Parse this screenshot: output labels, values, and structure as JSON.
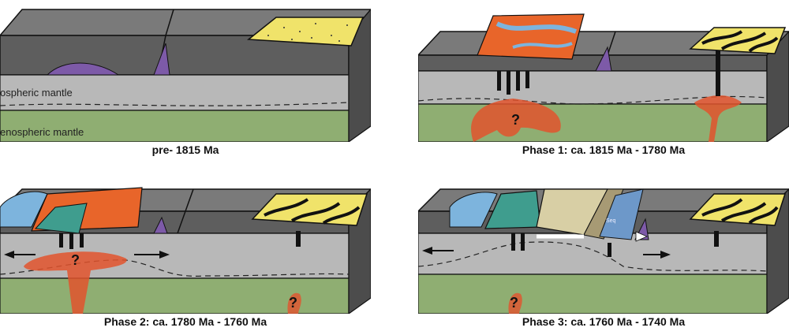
{
  "panels": {
    "pre": {
      "caption": "pre- 1815 Ma",
      "labels": [
        "ospheric mantle",
        "enospheric mantle"
      ]
    },
    "phase1": {
      "caption": "Phase 1:  ca. 1815 Ma - 1780 Ma",
      "marker": "?"
    },
    "phase2": {
      "caption": "Phase 2: ca. 1780 Ma - 1760 Ma",
      "marker": "?"
    },
    "phase3": {
      "caption": "Phase 3: ca. 1760 Ma - 1740 Ma",
      "marker": "?",
      "inset_text": "Seq"
    }
  },
  "colors": {
    "crust_top": "#5e5e5e",
    "crust_side": "#6f6f6f",
    "lith_mantle": "#b8b8b8",
    "asthenosphere": "#8fae72",
    "sediment": "#f0e36a",
    "plume": "#e2532d",
    "volcanic_orange": "#e8652a",
    "volcanic_teal": "#3f9d8e",
    "water": "#7db4dd",
    "dyke_purple": "#7d5aa8"
  }
}
